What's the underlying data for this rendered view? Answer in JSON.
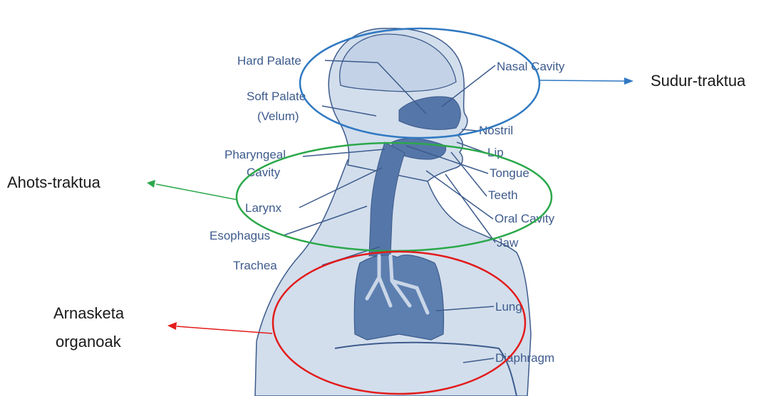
{
  "anatomy_labels": {
    "hard_palate": "Hard Palate",
    "soft_palate_1": "Soft Palate",
    "soft_palate_2": "(Velum)",
    "pharyngeal_1": "Pharyngeal",
    "pharyngeal_2": "Cavity",
    "larynx": "Larynx",
    "esophagus": "Esophagus",
    "trachea": "Trachea",
    "nasal_cavity": "Nasal Cavity",
    "nostril": "Nostril",
    "lip": "Lip",
    "tongue": "Tongue",
    "teeth": "Teeth",
    "oral_cavity": "Oral Cavity",
    "jaw": "Jaw",
    "lung": "Lung",
    "diaphragm": "Diaphragm"
  },
  "region_labels": {
    "nasal_tract": "Sudur-traktua",
    "vocal_tract": "Ahots-traktua",
    "respiratory_1": "Arnasketa",
    "respiratory_2": "organoak"
  },
  "colors": {
    "nasal_tract": "#2f79c2",
    "vocal_tract": "#2ba84a",
    "respiratory": "#e31b1b",
    "anatomy_fill": "#c9d6e7",
    "anatomy_dark": "#4f73a6",
    "anatomy_line": "#3d5b8c"
  }
}
